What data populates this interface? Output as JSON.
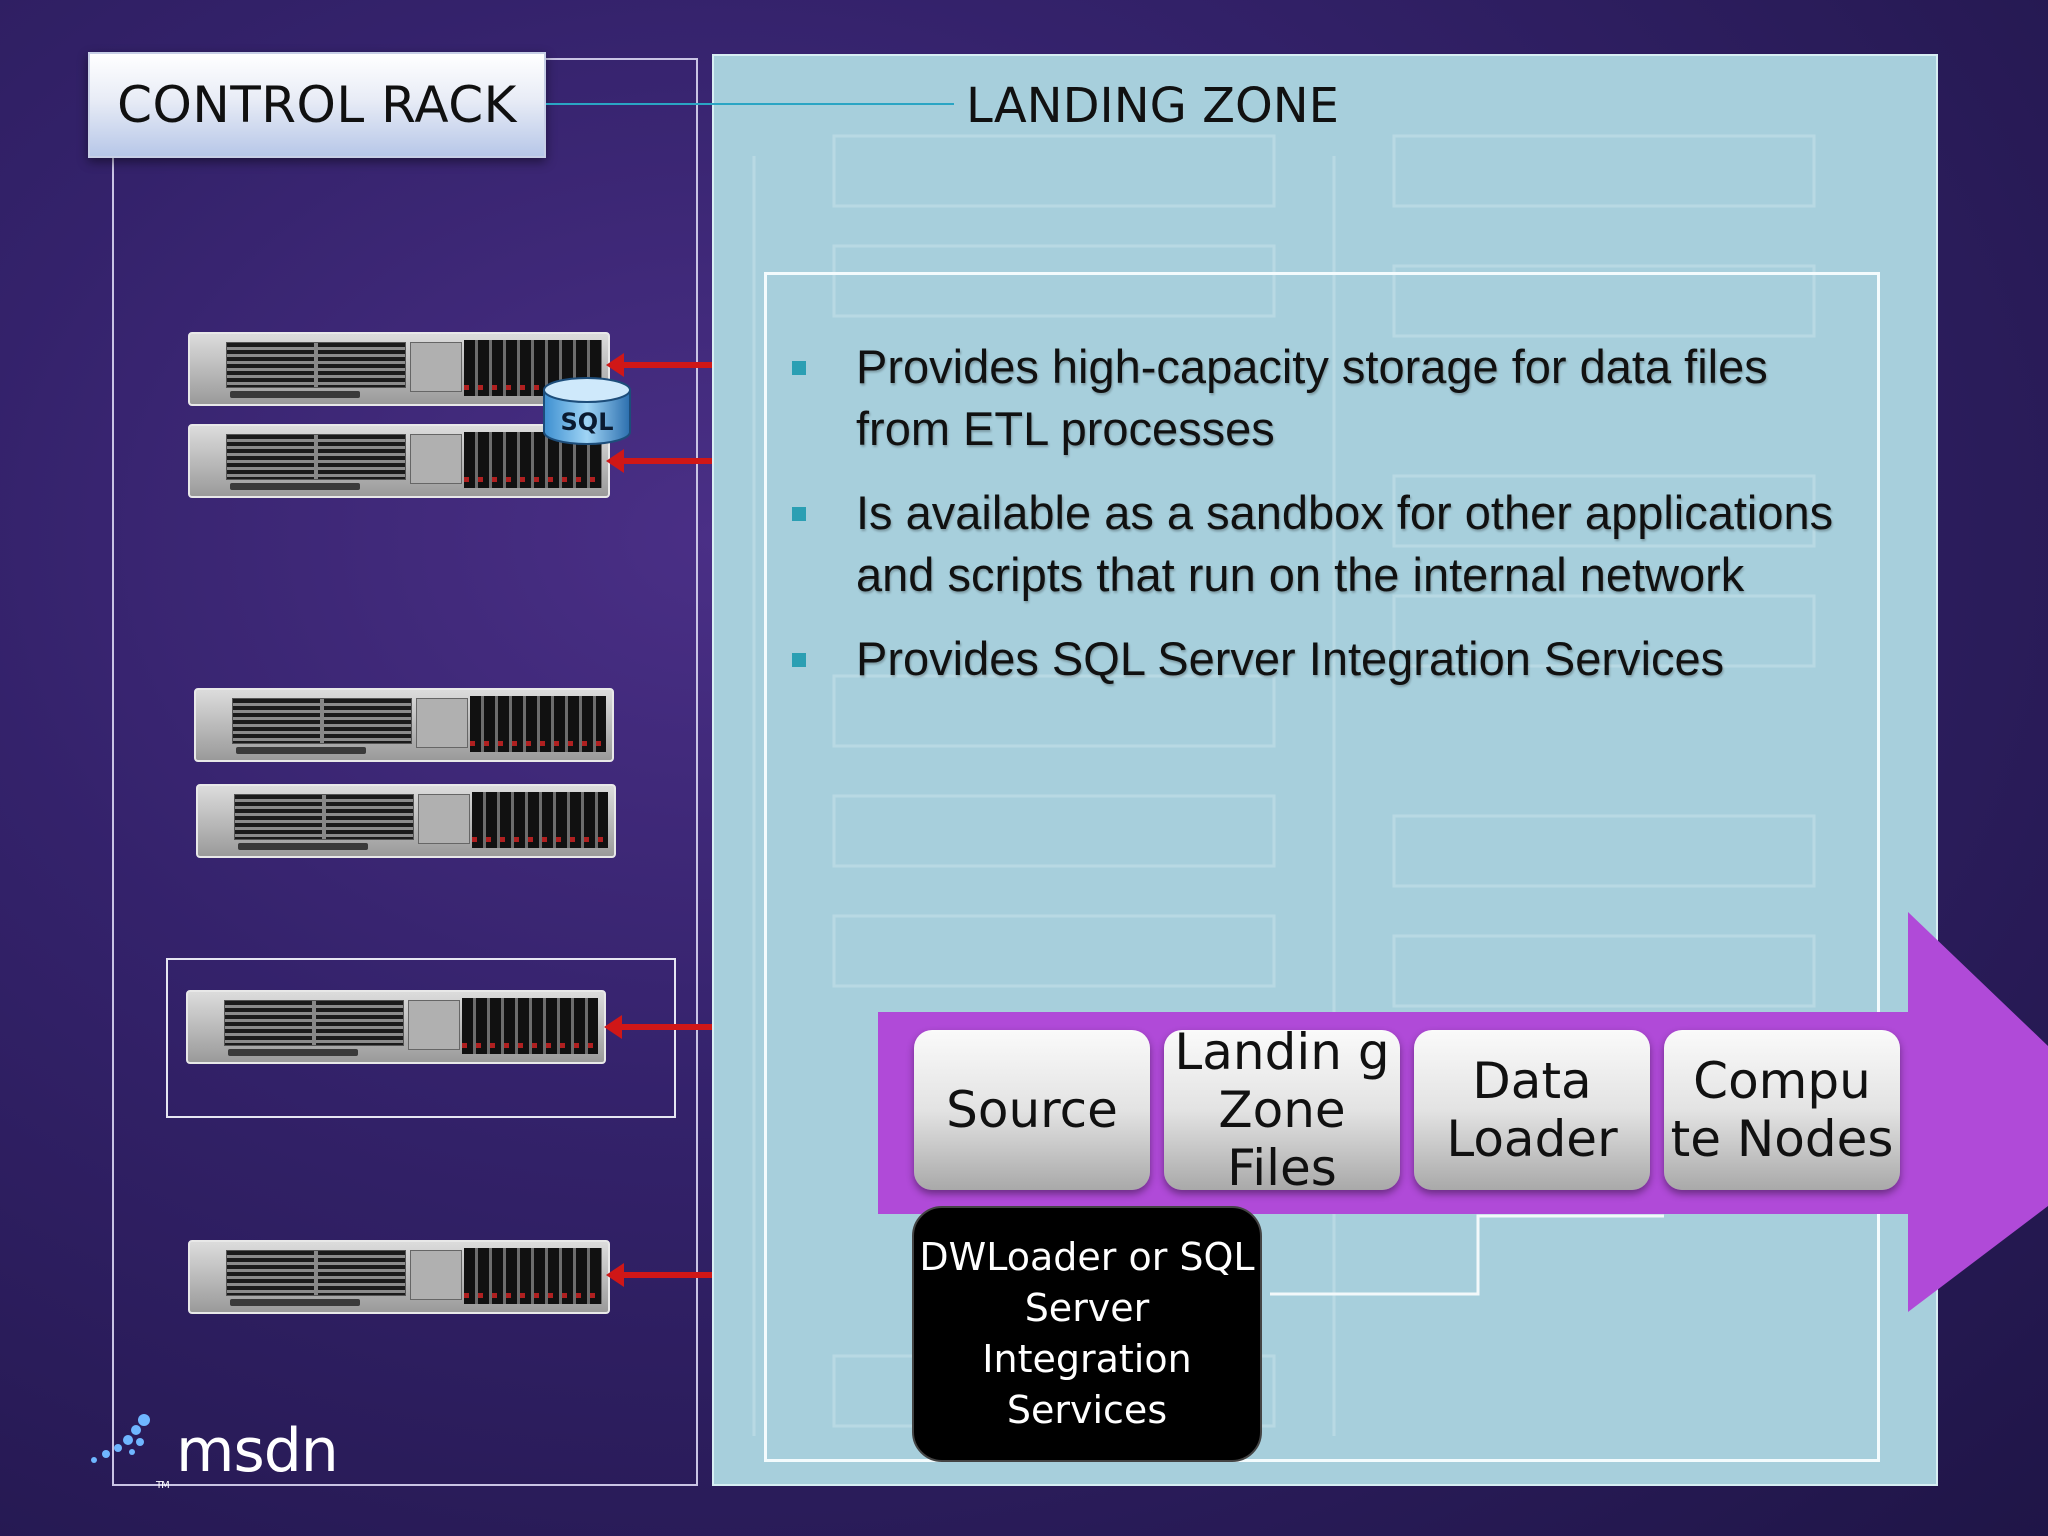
{
  "control_rack": {
    "title": "CONTROL RACK"
  },
  "landing_zone": {
    "title": "LANDING ZONE",
    "bullets": [
      "Provides high-capacity storage for data files from ETL processes",
      "Is available as a sandbox for other applications and scripts that run on the internal network",
      "Provides SQL Server Integration Services"
    ]
  },
  "database_badge": {
    "label": "SQL"
  },
  "flow": {
    "steps": [
      "Source",
      "Landin g Zone Files",
      "Data Loader",
      "Compu te Nodes"
    ],
    "loader_label": "DWLoader or SQL Server Integration Services"
  },
  "logo": {
    "text": "msdn",
    "tm": "TM"
  },
  "colors": {
    "accent": "#b04ad8",
    "arrow_red": "#d01717",
    "panel": "#a7cfdc"
  }
}
